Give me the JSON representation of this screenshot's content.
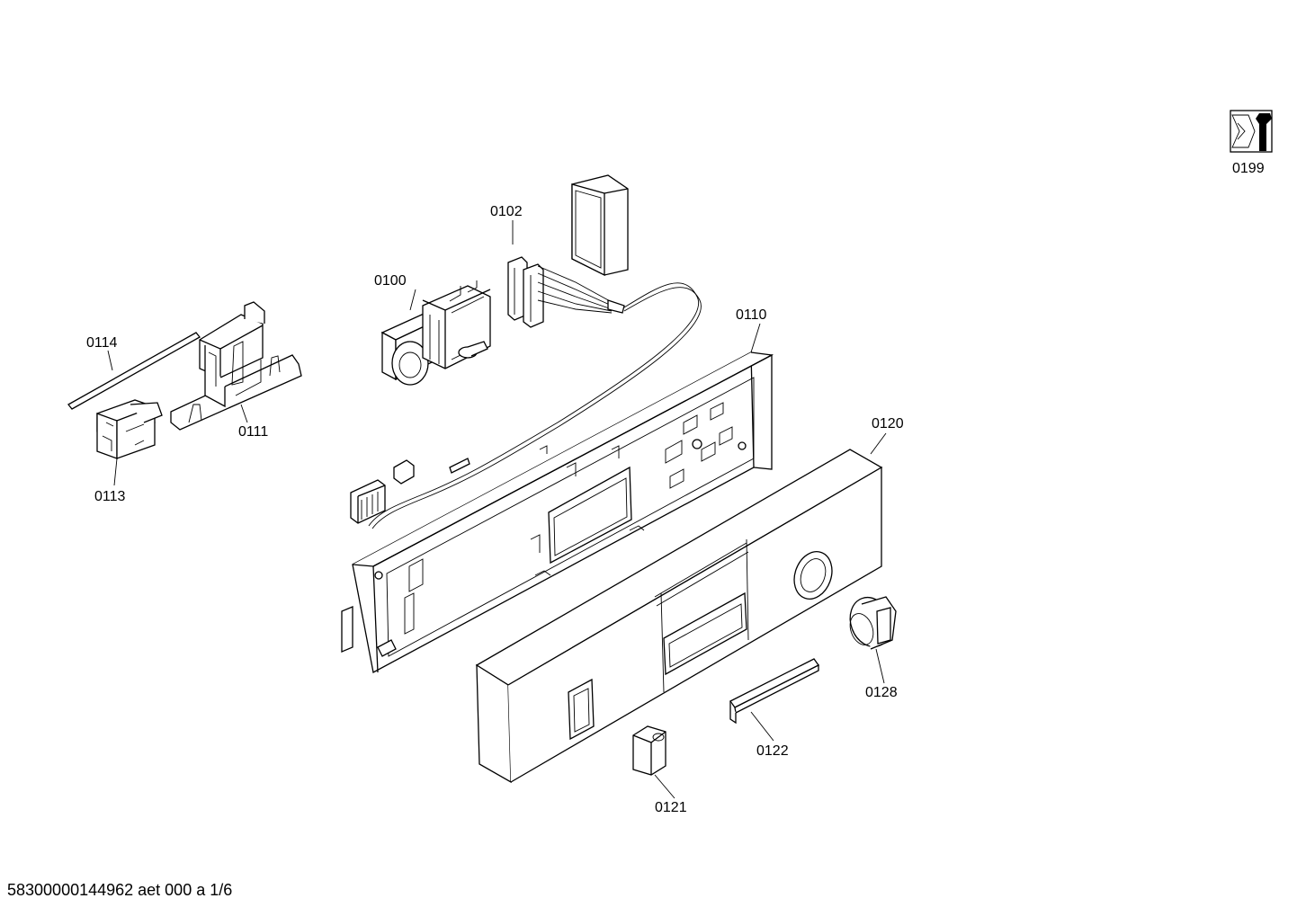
{
  "parts": [
    {
      "id": "p0100",
      "number": "0100"
    },
    {
      "id": "p0102",
      "number": "0102"
    },
    {
      "id": "p0110",
      "number": "0110"
    },
    {
      "id": "p0111",
      "number": "0111"
    },
    {
      "id": "p0113",
      "number": "0113"
    },
    {
      "id": "p0114",
      "number": "0114"
    },
    {
      "id": "p0120",
      "number": "0120"
    },
    {
      "id": "p0121",
      "number": "0121"
    },
    {
      "id": "p0122",
      "number": "0122"
    },
    {
      "id": "p0128",
      "number": "0128"
    },
    {
      "id": "p0199",
      "number": "0199"
    }
  ],
  "footer": "58300000144962 aet 000 a 1/6"
}
